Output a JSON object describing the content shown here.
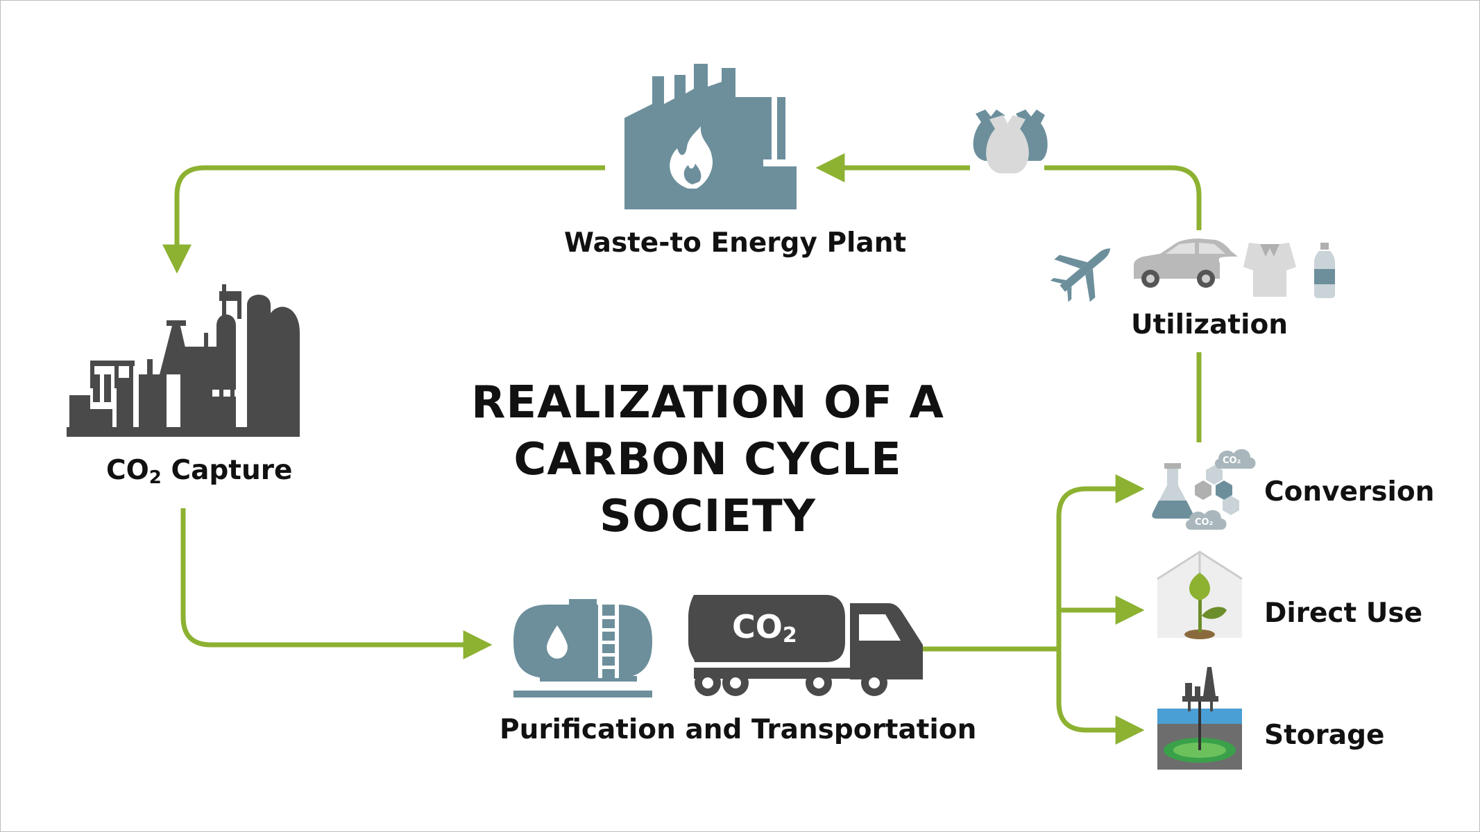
{
  "title": {
    "line1": "REALIZATION OF A",
    "line2": "CARBON CYCLE SOCIETY"
  },
  "nodes": {
    "waste_plant": "Waste-to Energy Plant",
    "capture_prefix": "CO",
    "capture_sub": "2",
    "capture_suffix": " Capture",
    "purification": "Purification and Transportation",
    "utilization": "Utilization",
    "conversion": "Conversion",
    "direct_use": "Direct Use",
    "storage": "Storage"
  },
  "icon_text": {
    "truck_co2": "CO",
    "truck_co2_sub": "2",
    "cloud_a": "CO₂",
    "cloud_b": "CO₂"
  },
  "colors": {
    "arrow": "#8db131",
    "slate": "#6d8f9c",
    "dark": "#4a4a4a",
    "text": "#111111"
  }
}
